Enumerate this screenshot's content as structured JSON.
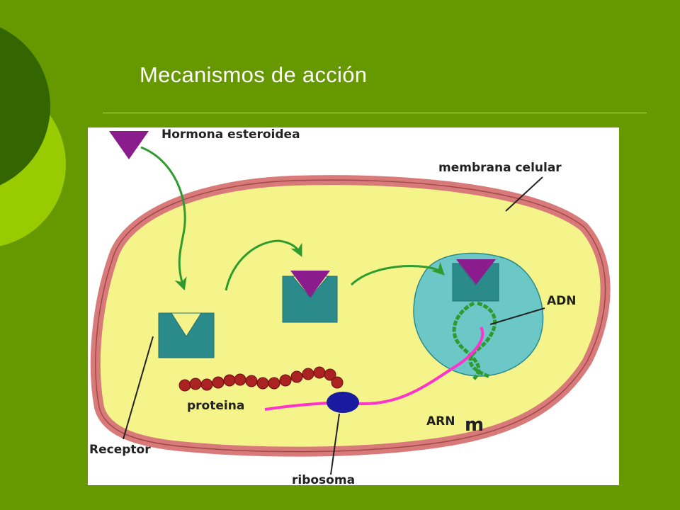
{
  "slide": {
    "title": "Mecanismos de acción",
    "colors": {
      "background": "#669900",
      "circle_dark": "#336600",
      "circle_light": "#99cc00",
      "cell_fill": "#f4f48a",
      "membrane": "#d97a7a",
      "nucleus": "#6cc7c7",
      "receptor": "#2b8a8a",
      "hormone": "#8b1c8e",
      "arrow": "#2d9b2d",
      "rna": "#ff33cc",
      "protein": "#aa2222",
      "ribosome": "#1a1aa0"
    }
  },
  "diagram": {
    "labels": {
      "hormone": "Hormona esteroidea",
      "membrane": "membrana celular",
      "dna": "ADN",
      "protein": "proteina",
      "rna": "ARN",
      "rna_sub": "m",
      "receptor": "Receptor",
      "ribosome": "ribosoma"
    }
  }
}
